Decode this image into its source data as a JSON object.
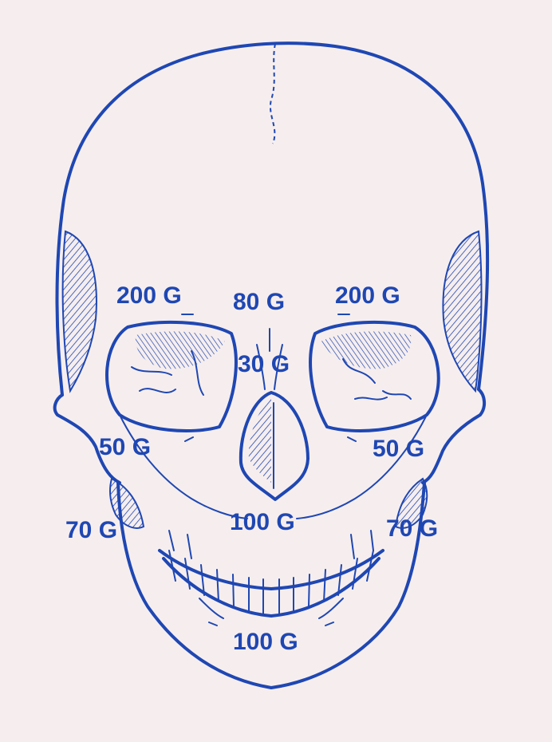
{
  "diagram": {
    "labels": {
      "supraorbital_left": "200 G",
      "glabella": "80 G",
      "supraorbital_right": "200 G",
      "nasal": "30 G",
      "zygoma_left": "50 G",
      "zygoma_right": "50 G",
      "mandible_angle_left": "70 G",
      "maxilla": "100 G",
      "mandible_angle_right": "70 G",
      "mandible_symphysis": "100 G"
    },
    "colors": {
      "ink": "#1f47b3",
      "paper": "#f6eeee"
    }
  }
}
